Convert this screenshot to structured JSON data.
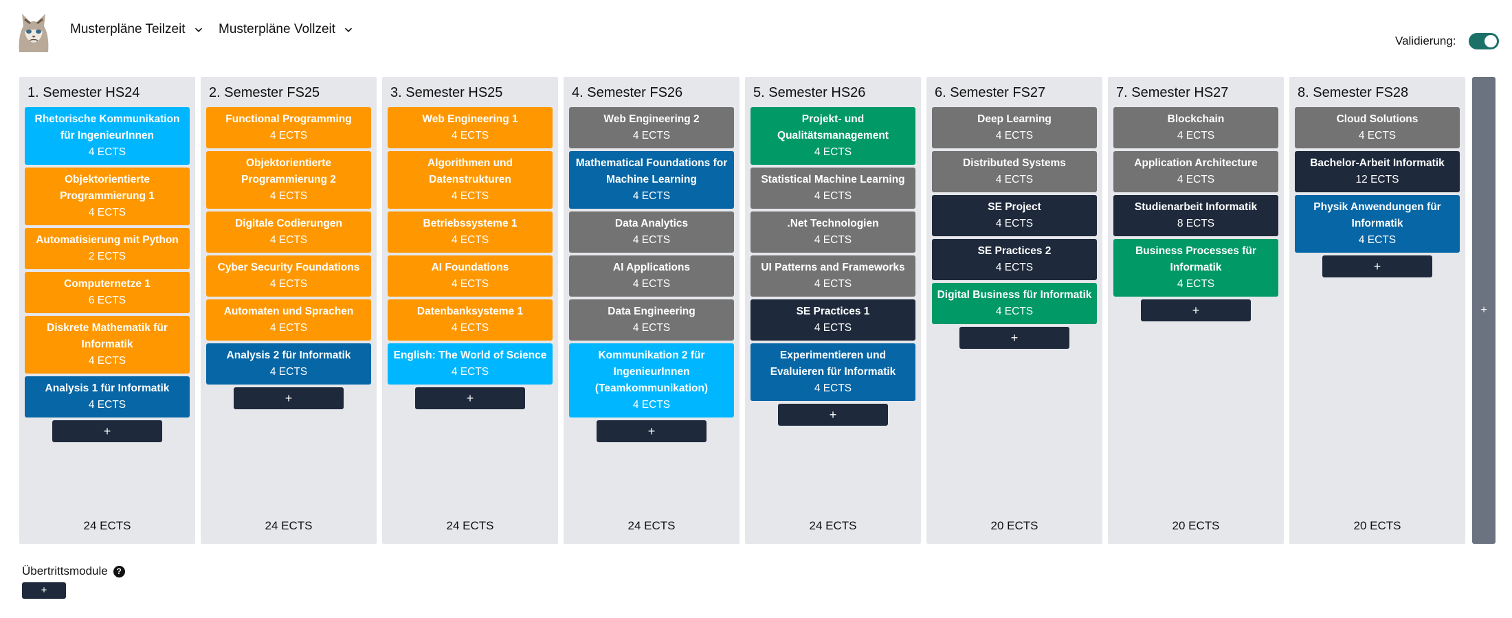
{
  "header": {
    "menu_parttime": "Musterpläne Teilzeit",
    "menu_fulltime": "Musterpläne Vollzeit",
    "validation_label": "Validierung:",
    "validation_on": true
  },
  "colors": {
    "orange": "#ff9800",
    "lightblue": "#00b7ff",
    "blue": "#0666a6",
    "gray": "#737373",
    "green": "#019966",
    "navy": "#1e293b"
  },
  "add_label": "+",
  "semesters": [
    {
      "title": "1. Semester HS24",
      "total": "24 ECTS",
      "modules": [
        {
          "name": "Rhetorische Kommunikation für IngenieurInnen",
          "ects": "4 ECTS",
          "color": "lightblue"
        },
        {
          "name": "Objektorientierte Programmierung 1",
          "ects": "4 ECTS",
          "color": "orange"
        },
        {
          "name": "Automatisierung mit Python",
          "ects": "2 ECTS",
          "color": "orange"
        },
        {
          "name": "Computernetze 1",
          "ects": "6 ECTS",
          "color": "orange"
        },
        {
          "name": "Diskrete Mathematik für Informatik",
          "ects": "4 ECTS",
          "color": "orange"
        },
        {
          "name": "Analysis 1 für Informatik",
          "ects": "4 ECTS",
          "color": "blue"
        }
      ]
    },
    {
      "title": "2. Semester FS25",
      "total": "24 ECTS",
      "modules": [
        {
          "name": "Functional Programming",
          "ects": "4 ECTS",
          "color": "orange"
        },
        {
          "name": "Objektorientierte Programmierung 2",
          "ects": "4 ECTS",
          "color": "orange"
        },
        {
          "name": "Digitale Codierungen",
          "ects": "4 ECTS",
          "color": "orange"
        },
        {
          "name": "Cyber Security Foundations",
          "ects": "4 ECTS",
          "color": "orange"
        },
        {
          "name": "Automaten und Sprachen",
          "ects": "4 ECTS",
          "color": "orange"
        },
        {
          "name": "Analysis 2 für Informatik",
          "ects": "4 ECTS",
          "color": "blue"
        }
      ]
    },
    {
      "title": "3. Semester HS25",
      "total": "24 ECTS",
      "modules": [
        {
          "name": "Web Engineering 1",
          "ects": "4 ECTS",
          "color": "orange"
        },
        {
          "name": "Algorithmen und Datenstrukturen",
          "ects": "4 ECTS",
          "color": "orange"
        },
        {
          "name": "Betriebssysteme 1",
          "ects": "4 ECTS",
          "color": "orange"
        },
        {
          "name": "AI Foundations",
          "ects": "4 ECTS",
          "color": "orange"
        },
        {
          "name": "Datenbanksysteme 1",
          "ects": "4 ECTS",
          "color": "orange"
        },
        {
          "name": "English: The World of Science",
          "ects": "4 ECTS",
          "color": "lightblue"
        }
      ]
    },
    {
      "title": "4. Semester FS26",
      "total": "24 ECTS",
      "modules": [
        {
          "name": "Web Engineering 2",
          "ects": "4 ECTS",
          "color": "gray"
        },
        {
          "name": "Mathematical Foundations for Machine Learning",
          "ects": "4 ECTS",
          "color": "blue"
        },
        {
          "name": "Data Analytics",
          "ects": "4 ECTS",
          "color": "gray"
        },
        {
          "name": "AI Applications",
          "ects": "4 ECTS",
          "color": "gray"
        },
        {
          "name": "Data Engineering",
          "ects": "4 ECTS",
          "color": "gray"
        },
        {
          "name": "Kommunikation 2 für IngenieurInnen (Teamkommunikation)",
          "ects": "4 ECTS",
          "color": "lightblue"
        }
      ]
    },
    {
      "title": "5. Semester HS26",
      "total": "24 ECTS",
      "modules": [
        {
          "name": "Projekt- und Qualitätsmanagement",
          "ects": "4 ECTS",
          "color": "green"
        },
        {
          "name": "Statistical Machine Learning",
          "ects": "4 ECTS",
          "color": "gray"
        },
        {
          "name": ".Net Technologien",
          "ects": "4 ECTS",
          "color": "gray"
        },
        {
          "name": "UI Patterns and Frameworks",
          "ects": "4 ECTS",
          "color": "gray"
        },
        {
          "name": "SE Practices 1",
          "ects": "4 ECTS",
          "color": "navy"
        },
        {
          "name": "Experimentieren und Evaluieren für Informatik",
          "ects": "4 ECTS",
          "color": "blue"
        }
      ]
    },
    {
      "title": "6. Semester FS27",
      "total": "20 ECTS",
      "modules": [
        {
          "name": "Deep Learning",
          "ects": "4 ECTS",
          "color": "gray"
        },
        {
          "name": "Distributed Systems",
          "ects": "4 ECTS",
          "color": "gray"
        },
        {
          "name": "SE Project",
          "ects": "4 ECTS",
          "color": "navy"
        },
        {
          "name": "SE Practices 2",
          "ects": "4 ECTS",
          "color": "navy"
        },
        {
          "name": "Digital Business für Informatik",
          "ects": "4 ECTS",
          "color": "green"
        }
      ]
    },
    {
      "title": "7. Semester HS27",
      "total": "20 ECTS",
      "modules": [
        {
          "name": "Blockchain",
          "ects": "4 ECTS",
          "color": "gray"
        },
        {
          "name": "Application Architecture",
          "ects": "4 ECTS",
          "color": "gray"
        },
        {
          "name": "Studienarbeit Informatik",
          "ects": "8 ECTS",
          "color": "navy"
        },
        {
          "name": "Business Processes für Informatik",
          "ects": "4 ECTS",
          "color": "green"
        }
      ]
    },
    {
      "title": "8. Semester FS28",
      "total": "20 ECTS",
      "modules": [
        {
          "name": "Cloud Solutions",
          "ects": "4 ECTS",
          "color": "gray"
        },
        {
          "name": "Bachelor-Arbeit Informatik",
          "ects": "12 ECTS",
          "color": "navy"
        },
        {
          "name": "Physik Anwendungen für Informatik",
          "ects": "4 ECTS",
          "color": "blue"
        }
      ]
    }
  ],
  "add_semester_label": "+",
  "transfer": {
    "label": "Übertrittsmodule",
    "help": "?",
    "add_label": "+"
  }
}
